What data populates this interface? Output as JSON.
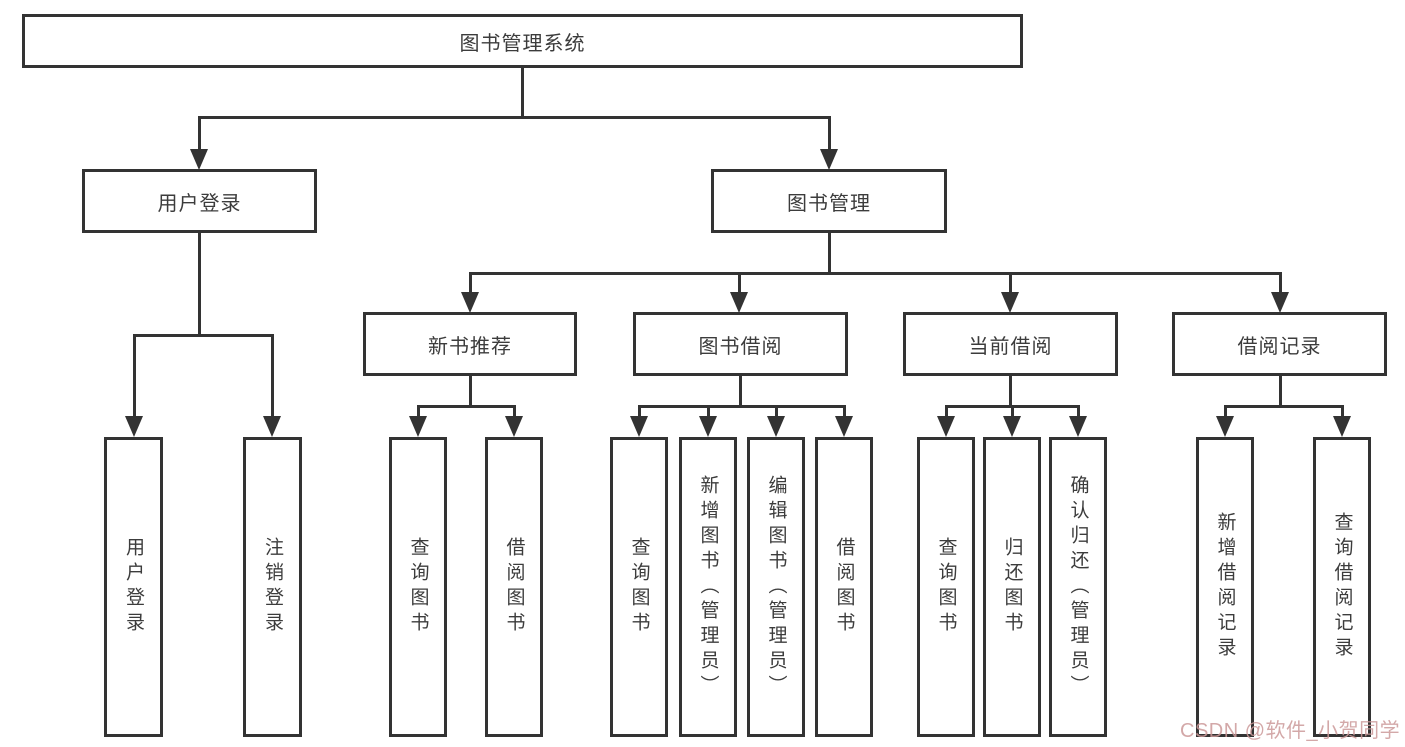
{
  "colors": {
    "line": "#333333",
    "border": "#333333",
    "text": "#3c3c3c",
    "background": "#ffffff",
    "watermark": "#cc9999"
  },
  "watermark": {
    "text": "CSDN @软件_小贺同学"
  },
  "diagram": {
    "root": {
      "label": "图书管理系统"
    },
    "level1": [
      {
        "label": "用户登录"
      },
      {
        "label": "图书管理"
      }
    ],
    "level2": [
      {
        "label": "新书推荐"
      },
      {
        "label": "图书借阅"
      },
      {
        "label": "当前借阅"
      },
      {
        "label": "借阅记录"
      }
    ],
    "leaves": {
      "user_login": [
        {
          "label": "用户登录"
        },
        {
          "label": "注销登录"
        }
      ],
      "new_book": [
        {
          "label": "查询图书"
        },
        {
          "label": "借阅图书"
        }
      ],
      "book_borrow": [
        {
          "label": "查询图书"
        },
        {
          "label": "新增图书（管理员）"
        },
        {
          "label": "编辑图书（管理员）"
        },
        {
          "label": "借阅图书"
        }
      ],
      "current_borrow": [
        {
          "label": "查询图书"
        },
        {
          "label": "归还图书"
        },
        {
          "label": "确认归还（管理员）"
        }
      ],
      "borrow_record": [
        {
          "label": "新增借阅记录"
        },
        {
          "label": "查询借阅记录"
        }
      ]
    }
  }
}
